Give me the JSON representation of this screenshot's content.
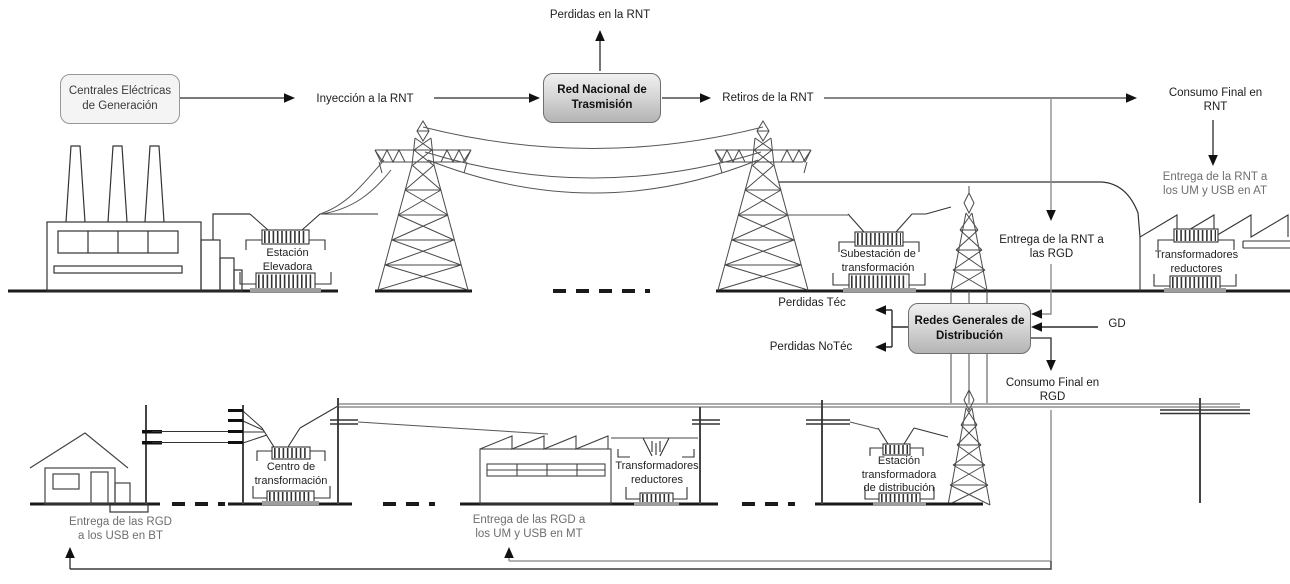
{
  "boxes": {
    "generation": {
      "lines": [
        "Centrales Eléctricas",
        "de Generación"
      ]
    },
    "rnt": {
      "lines": [
        "Red Nacional de",
        "Trasmisión"
      ]
    },
    "rgd": {
      "lines": [
        "Redes Generales de",
        "Distribución"
      ]
    }
  },
  "flow_labels": {
    "inyeccion": {
      "lines": [
        "Inyección a la RNT"
      ]
    },
    "perdidas_rnt": {
      "lines": [
        "Perdidas en la RNT"
      ]
    },
    "retiros": {
      "lines": [
        "Retiros de la RNT"
      ]
    },
    "consumo_rnt": {
      "lines": [
        "Consumo Final en",
        "RNT"
      ]
    },
    "entrega_at": {
      "lines": [
        "Entrega de la RNT a",
        "los UM y USB en AT"
      ]
    },
    "entrega_rgd": {
      "lines": [
        "Entrega de la RNT a",
        "las RGD"
      ]
    },
    "perdidas_tec": {
      "lines": [
        "Perdidas Téc"
      ]
    },
    "perdidas_notec": {
      "lines": [
        "Perdidas NoTéc"
      ]
    },
    "gd": {
      "lines": [
        "GD"
      ]
    },
    "consumo_rgd": {
      "lines": [
        "Consumo Final en",
        "RGD"
      ]
    },
    "entrega_bt": {
      "lines": [
        "Entrega de las RGD",
        "a los USB en BT"
      ]
    },
    "entrega_mt": {
      "lines": [
        "Entrega de las RGD a",
        "los UM y USB en MT"
      ]
    }
  },
  "site_labels": {
    "estacion_elevadora": {
      "lines": [
        "Estación",
        "Elevadora"
      ]
    },
    "subestacion": {
      "lines": [
        "Subestación de",
        "transformación"
      ]
    },
    "transformadores_at": {
      "lines": [
        "Transformadores",
        "reductores"
      ]
    },
    "centro_transformacion": {
      "lines": [
        "Centro de",
        "transformación"
      ]
    },
    "transformadores_mt": {
      "lines": [
        "Transformadores",
        "reductores"
      ]
    },
    "estacion_distribucion": {
      "lines": [
        "Estación",
        "transformadora",
        "de distribución"
      ]
    }
  },
  "colors": {
    "plain_node_fill": "#f4f4f4",
    "node_gradient_top": "#f0f0f0",
    "node_gradient_bottom": "#b4b4b4",
    "node_border": "#6f6f6f",
    "text_dark": "#1c1c1c",
    "text_gray": "#6e6e6e",
    "line_dark": "#2b2b2b",
    "line_gray": "#8f8f8f",
    "arrow_fill": "#111111",
    "transformer_base": "#9e9e9e"
  }
}
